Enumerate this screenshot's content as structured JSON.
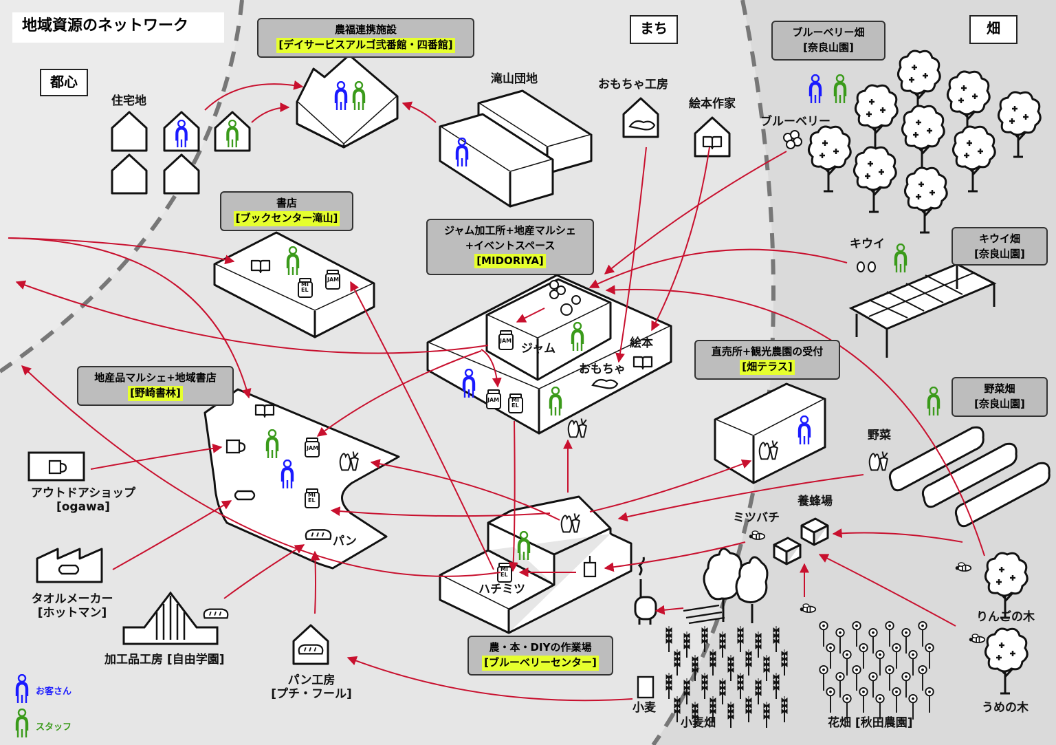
{
  "title": "地域資源のネットワーク",
  "zones": {
    "toshin": "都心",
    "machi": "まち",
    "hatake": "畑"
  },
  "places": {
    "noufuku": {
      "title": "農福連携施設",
      "name": "[デイサービスアルゴ弐番館・四番館]"
    },
    "jutaku": "住宅地",
    "takiyama_danchi": "滝山団地",
    "omocha_koubou": "おもちゃ工房",
    "ehon_sakka": "絵本作家",
    "shoten": {
      "title": "書店",
      "name": "[ブックセンター滝山]"
    },
    "midoriya": {
      "title1": "ジャム加工所+地産マルシェ",
      "title2": "+イベントスペース",
      "name": "[MIDORIYA]"
    },
    "nozaki": {
      "title": "地産品マルシェ+地域書店",
      "name": "[野崎書林]"
    },
    "chokubai": {
      "title": "直売所+観光農園の受付",
      "name": "[畑テラス]"
    },
    "blueberry_field": {
      "title": "ブルーベリー畑",
      "name": "[奈良山園]"
    },
    "kiwi_field": {
      "title": "キウイ畑",
      "name": "[奈良山園]"
    },
    "yasai_field": {
      "title": "野菜畑",
      "name": "[奈良山園]"
    },
    "outdoor": {
      "title": "アウトドアショップ",
      "name": "[ogawa]"
    },
    "towel": {
      "title": "タオルメーカー",
      "name": "[ホットマン]"
    },
    "kakouhin": "加工品工房 [自由学園]",
    "pan_koubou": {
      "title": "パン工房",
      "name": "[プチ・フール]"
    },
    "sagyouba": {
      "title": "農・本・DIYの作業場",
      "name": "[ブルーベリーセンター]"
    },
    "youhou": "養蜂場",
    "mitsubachi": "ミツバチ",
    "komugi": "小麦",
    "komugi_field": "小麦畑",
    "hana_field": "花畑 [秋田農園]",
    "ringo": "りんごの木",
    "ume": "うめの木",
    "blueberry": "ブルーベリー",
    "kiwi": "キウイ",
    "yasai": "野菜"
  },
  "inner": {
    "jam": "ジャム",
    "ehon": "絵本",
    "omocha": "おもちゃ",
    "pan": "パン",
    "hachimitsu": "ハチミツ",
    "jam_label": "JAM",
    "miel1": "MI",
    "miel2": "EL"
  },
  "legend": {
    "customer": "お客さん",
    "staff": "スタッフ"
  },
  "colors": {
    "customer": "#1a1aff",
    "staff": "#3a9a1a",
    "arrow": "#c8102e",
    "highlight": "#e6ff2e",
    "callout": "#bdbdbd"
  }
}
